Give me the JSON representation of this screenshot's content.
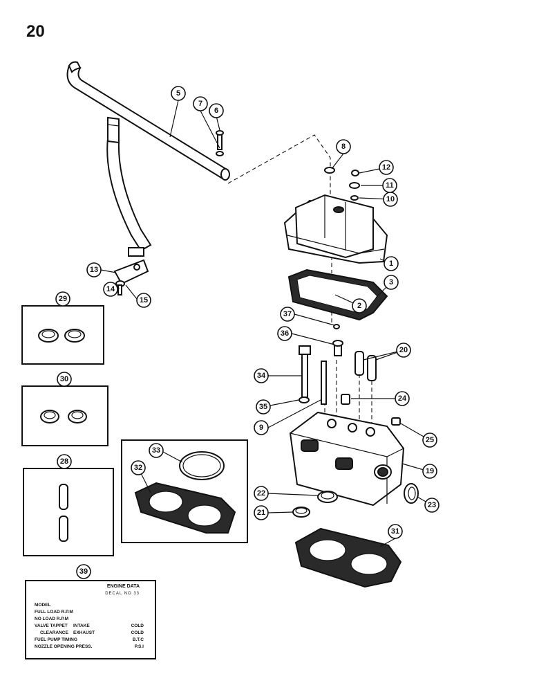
{
  "page_number": "20",
  "callouts": [
    {
      "id": "c1",
      "label": "1"
    },
    {
      "id": "c2",
      "label": "2"
    },
    {
      "id": "c3",
      "label": "3"
    },
    {
      "id": "c5",
      "label": "5"
    },
    {
      "id": "c6",
      "label": "6"
    },
    {
      "id": "c7",
      "label": "7"
    },
    {
      "id": "c8",
      "label": "8"
    },
    {
      "id": "c9",
      "label": "9"
    },
    {
      "id": "c10",
      "label": "10"
    },
    {
      "id": "c11",
      "label": "11"
    },
    {
      "id": "c12",
      "label": "12"
    },
    {
      "id": "c13",
      "label": "13"
    },
    {
      "id": "c14",
      "label": "14"
    },
    {
      "id": "c15",
      "label": "15"
    },
    {
      "id": "c19",
      "label": "19"
    },
    {
      "id": "c20",
      "label": "20"
    },
    {
      "id": "c21",
      "label": "21"
    },
    {
      "id": "c22",
      "label": "22"
    },
    {
      "id": "c23",
      "label": "23"
    },
    {
      "id": "c24",
      "label": "24"
    },
    {
      "id": "c25",
      "label": "25"
    },
    {
      "id": "c28",
      "label": "28"
    },
    {
      "id": "c29",
      "label": "29"
    },
    {
      "id": "c30",
      "label": "30"
    },
    {
      "id": "c31",
      "label": "31"
    },
    {
      "id": "c32",
      "label": "32"
    },
    {
      "id": "c33",
      "label": "33"
    },
    {
      "id": "c34",
      "label": "34"
    },
    {
      "id": "c35",
      "label": "35"
    },
    {
      "id": "c36",
      "label": "36"
    },
    {
      "id": "c37",
      "label": "37"
    },
    {
      "id": "c39",
      "label": "39"
    }
  ],
  "decal": {
    "title": "ENGINE DATA",
    "decal_no": "DECAL NO 33",
    "rows": [
      {
        "label": "MODEL",
        "mid": "",
        "value": ""
      },
      {
        "label": "FULL LOAD R.P.M",
        "mid": "",
        "value": ""
      },
      {
        "label": "NO LOAD R.P.M",
        "mid": "",
        "value": ""
      },
      {
        "label": "VALVE TAPPET",
        "mid": "INTAKE",
        "value": "COLD"
      },
      {
        "label": "  CLEARANCE",
        "mid": "EXHAUST",
        "value": "COLD"
      },
      {
        "label": "FUEL PUMP TIMING",
        "mid": "",
        "value": "B.T.C"
      },
      {
        "label": "NOZZLE OPENING PRESS.",
        "mid": "",
        "value": "P.S.I"
      }
    ]
  }
}
